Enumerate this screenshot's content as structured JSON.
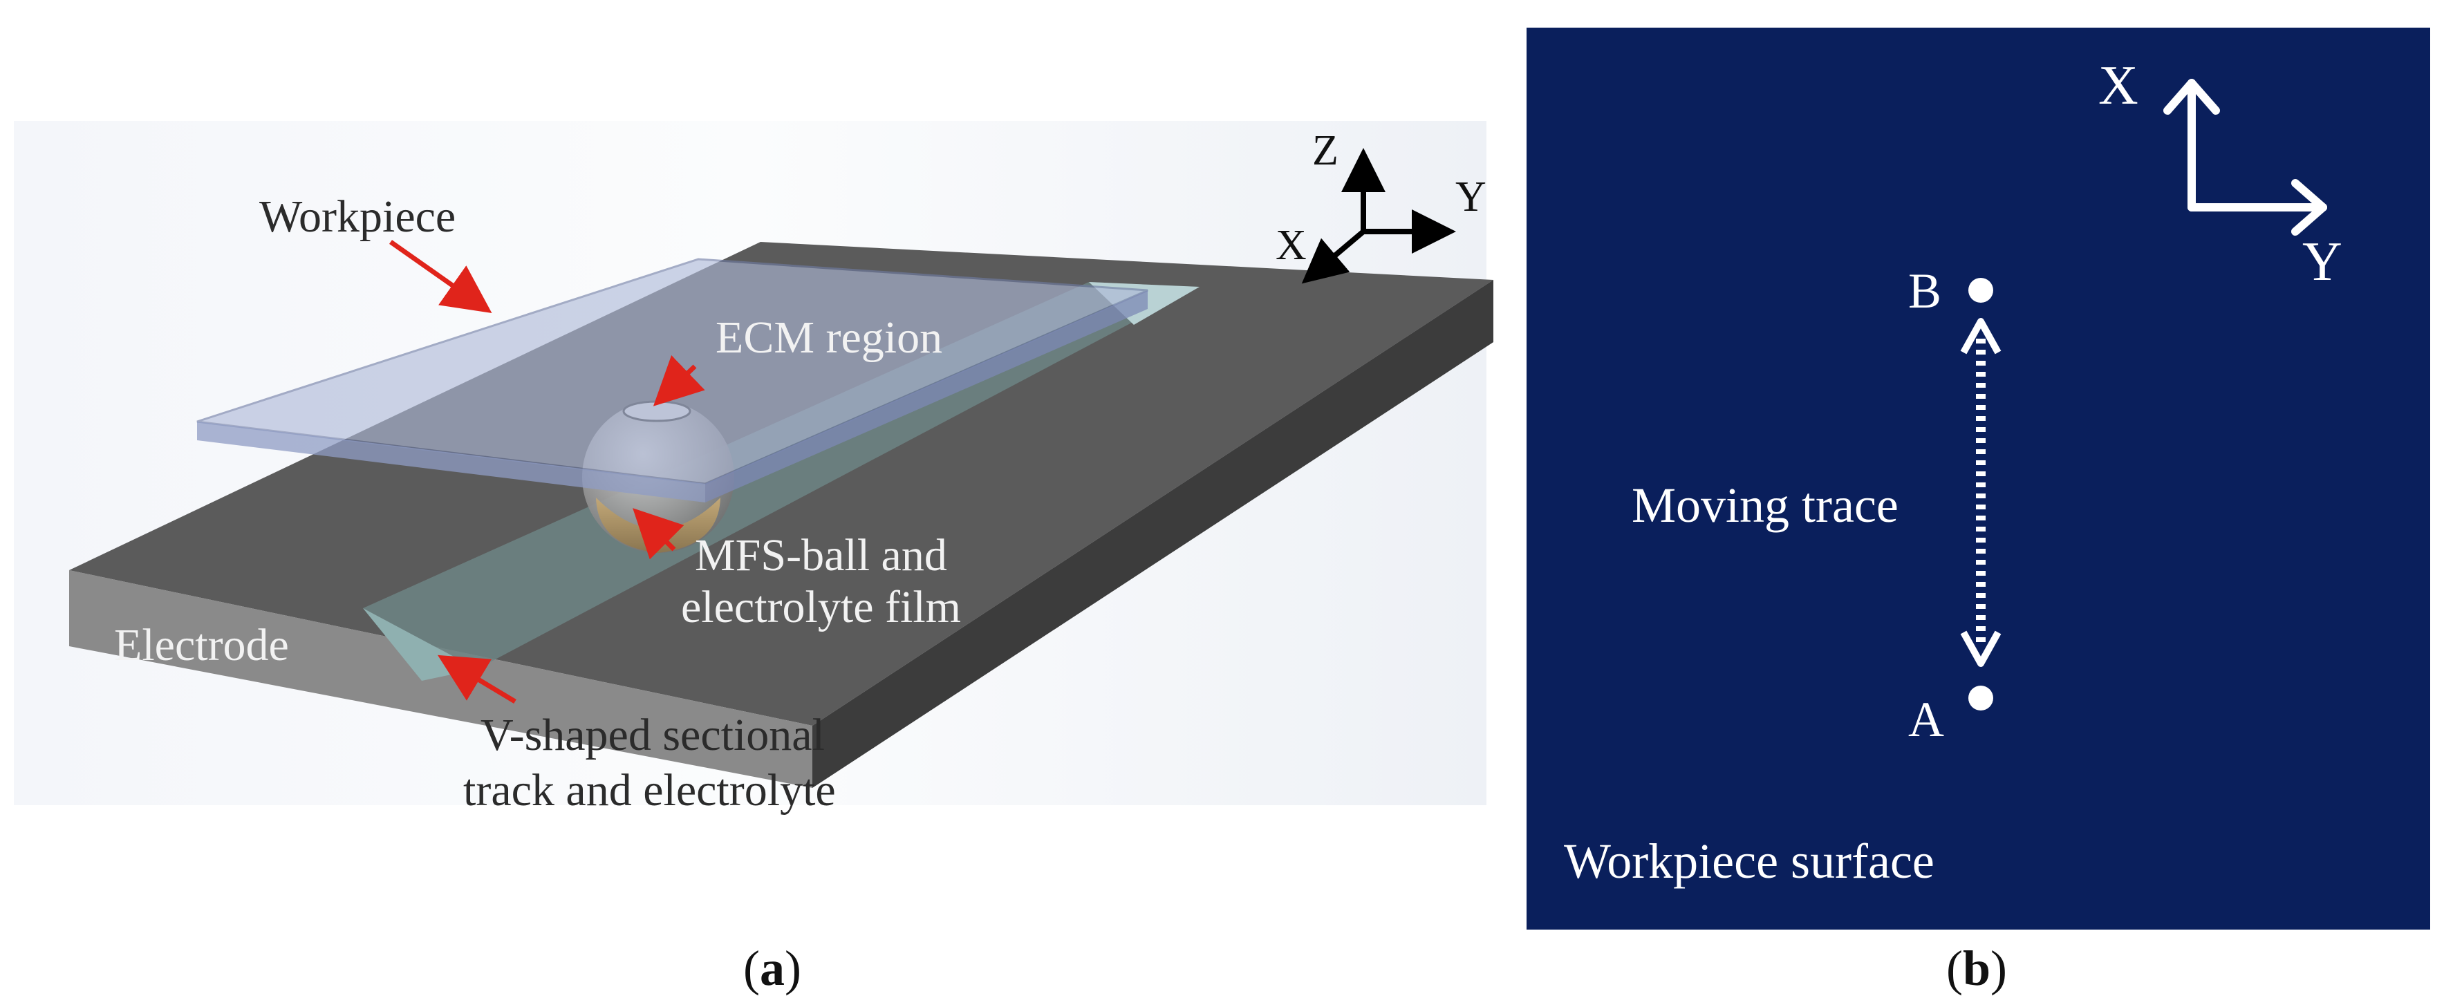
{
  "panel_a": {
    "labels": {
      "workpiece": "Workpiece",
      "ecm_region": "ECM region",
      "mfs_line1": "MFS-ball and",
      "mfs_line2": "electrolyte film",
      "electrode": "Electrode",
      "track_line1": "V-shaped sectional",
      "track_line2": "track and electrolyte"
    },
    "axes": {
      "z": "Z",
      "y": "Y",
      "x": "X"
    },
    "caption": {
      "open": "(",
      "letter": "a",
      "close": ")"
    }
  },
  "panel_b": {
    "axes": {
      "x": "X",
      "y": "Y"
    },
    "points": {
      "b": "B",
      "a": "A"
    },
    "moving_trace": "Moving trace",
    "surface_label": "Workpiece surface",
    "caption": {
      "open": "(",
      "letter": "b",
      "close": ")"
    }
  },
  "colors": {
    "panel_b_background": "#0a1f5c",
    "arrow_red": "#e0241b",
    "electrode_top": "#5b5b5b",
    "electrode_front": "#8a8a8a",
    "electrode_side": "#3c3c3c",
    "workpiece_fill": "#aeb9d8"
  }
}
